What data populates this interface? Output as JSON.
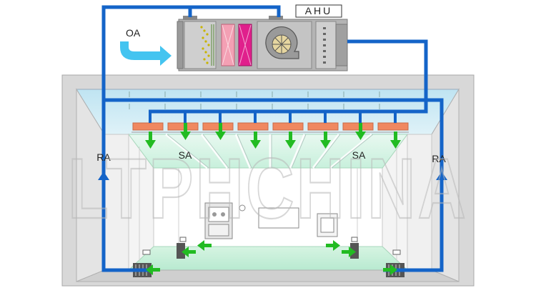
{
  "labels": {
    "ahu": "AHU",
    "oa": "OA",
    "ra_left": "RA",
    "ra_right": "RA",
    "sa_left": "SA",
    "sa_right": "SA"
  },
  "watermark": "LTPHCHINA",
  "colors": {
    "duct": "#1464c8",
    "supply_arrow": "#22bb22",
    "return_arrow": "#22bb22",
    "outside_air_arrow": "#44c4f0",
    "filter_box": "#f08860",
    "ahu_body": "#b4b4b4",
    "heating_coil": "#f3a0b4",
    "cooling_coil": "#e0208c",
    "ceiling": "#bfe6f0",
    "floor": "#c8f0d8"
  }
}
